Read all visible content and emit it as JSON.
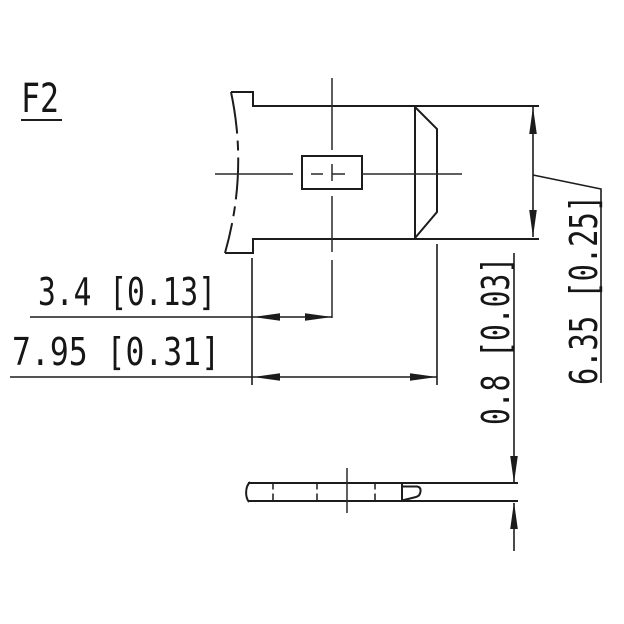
{
  "title": "F2",
  "dimensions": {
    "hole_center_offset": {
      "mm": "3.4",
      "inch": "0.13",
      "text": "3.4 [0.13]"
    },
    "tab_length": {
      "mm": "7.95",
      "inch": "0.31",
      "text": "7.95 [0.31]"
    },
    "tab_thickness": {
      "mm": "0.8",
      "inch": "0.03",
      "text": "0.8 [0.03]"
    },
    "tab_width": {
      "mm": "6.35",
      "inch": "0.25",
      "text": "6.35 [0.25]"
    }
  }
}
